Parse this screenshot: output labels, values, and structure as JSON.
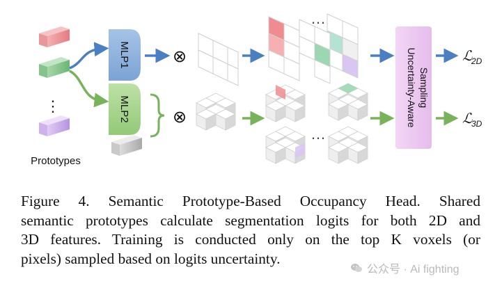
{
  "figure": {
    "prototypes_label": "Prototypes",
    "mlp1_label": "MLP1",
    "mlp2_label": "MLP2",
    "ua_sampling_line1": "Uncertainty-Aware",
    "ua_sampling_line2": "Sampling",
    "loss_2d_symbol": "ℒ",
    "loss_2d_sub": "2D",
    "loss_3d_symbol": "ℒ",
    "loss_3d_sub": "3D",
    "otimes": "⊗",
    "vdots": "⋮",
    "hdots": "…",
    "colors": {
      "arrow_blue": "#4a7fc1",
      "arrow_green": "#78b35b",
      "mlp1_fill": "#8fb2dc",
      "mlp2_fill": "#a9d38e",
      "ua_fill": "#ecc8f0",
      "proto_red": "#e8888b",
      "proto_green": "#7fbf86",
      "proto_purple": "#c6a6e6",
      "proto_gray": "#bdbdbd"
    }
  },
  "caption": {
    "line1": "Figure 4.  Semantic Prototype-Based Occupancy Head.  Shared",
    "line2": "semantic prototypes calculate segmentation logits for both 2D and",
    "line3": "3D features.  Training is conducted only on the top K voxels (or",
    "line4": "pixels) sampled based on logits uncertainty."
  },
  "watermark": {
    "text": "公众号 · Ai fighting"
  }
}
